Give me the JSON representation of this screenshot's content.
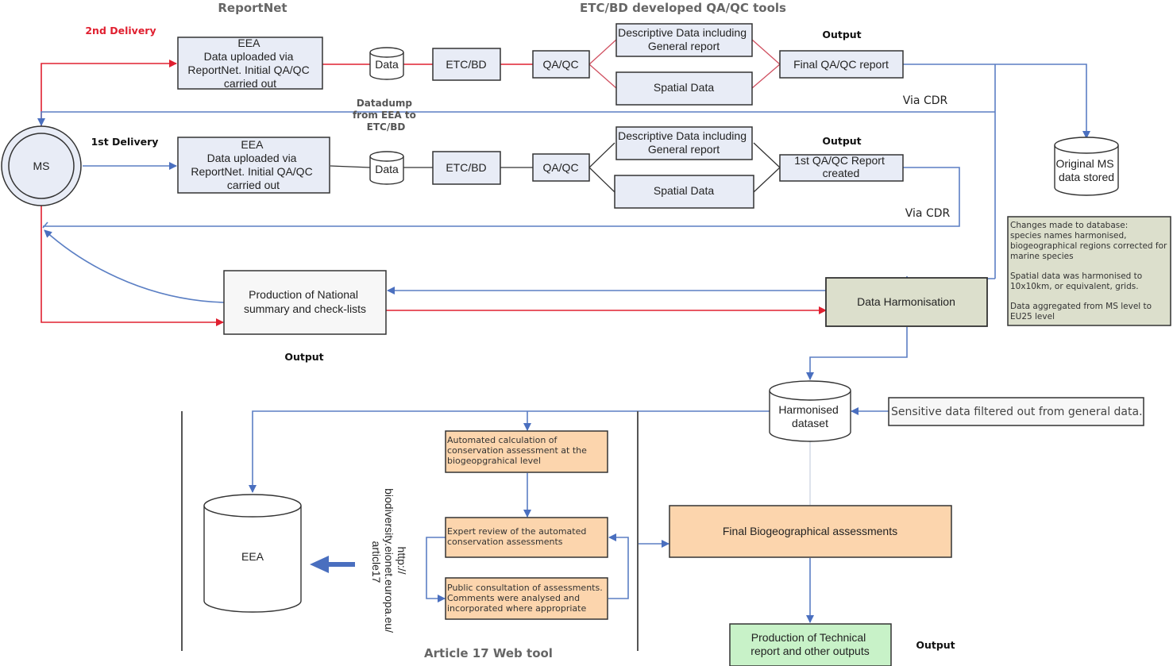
{
  "headings": {
    "reportnet": "ReportNet",
    "qaqc_tools": "ETC/BD developed QA/QC tools",
    "web_tool": "Article 17 Web tool"
  },
  "labels": {
    "second_delivery": "2nd Delivery",
    "first_delivery": "1st Delivery",
    "datadump": [
      "Datadump",
      "from EEA to",
      "ETC/BD"
    ],
    "via_cdr_top": "Via CDR",
    "via_cdr_bottom": "Via CDR",
    "output_final": "Output",
    "output_first": "Output",
    "output_national": "Output",
    "output_technical": "Output",
    "url": [
      "http://",
      "biodiversity.eionet.europa.eu/",
      "article17"
    ]
  },
  "nodes": {
    "ms": "MS",
    "eea_upload_2nd": [
      "EEA",
      "Data uploaded via",
      "ReportNet.  Initial QA/QC",
      "carried out"
    ],
    "data_2nd": "Data",
    "etcbd_2nd": "ETC/BD",
    "qaqc_2nd": "QA/QC",
    "descriptive_2nd": [
      "Descriptive Data including",
      "General report"
    ],
    "spatial_2nd": "Spatial Data",
    "final_qaqc_report": "Final QA/QC report",
    "eea_upload_1st": [
      "EEA",
      "Data uploaded via",
      "ReportNet.  Initial QA/QC",
      "carried out"
    ],
    "data_1st": "Data",
    "etcbd_1st": "ETC/BD",
    "qaqc_1st": "QA/QC",
    "descriptive_1st": [
      "Descriptive Data including",
      "General report"
    ],
    "spatial_1st": "Spatial Data",
    "first_qaqc_report": [
      "1st QA/QC Report",
      "created"
    ],
    "original_ms_data": [
      "Original MS",
      "data stored"
    ],
    "harmonisation_note": [
      "Changes made to database:",
      "species names harmonised,",
      "biogeographical regions corrected for",
      "marine species",
      "",
      "Spatial data was harmonised to",
      "10x10km, or equivalent, grids.",
      "",
      "Data aggregated from MS level to",
      "EU25 level"
    ],
    "national_summary": [
      "Production of National",
      "summary and check-lists"
    ],
    "data_harmonisation": "Data Harmonisation",
    "harmonised_dataset": [
      "Harmonised",
      "dataset"
    ],
    "sensitive_filter": "Sensitive data filtered out from general data.",
    "eea_store": "EEA",
    "automated_calc": [
      "Automated calculation of",
      "conservation assessment at the",
      "biogeopgrahical level"
    ],
    "expert_review": [
      "Expert review of the automated",
      "conservation assessments"
    ],
    "public_consultation": [
      "Public consultation of assessments.",
      "Comments were analysed and",
      "incorporated where appropriate"
    ],
    "final_biogeo": "Final Biogeographical assessments",
    "technical_report": [
      "Production of Technical",
      "report and other outputs"
    ]
  },
  "colors": {
    "second_delivery_flow": "#e02030",
    "return_flow": "#5b7fc4",
    "process_box": "#e8ecf6",
    "harmonisation_box": "#dcdfcc",
    "assessment_box": "#fcd5ad",
    "output_box": "#c8f2c8"
  }
}
